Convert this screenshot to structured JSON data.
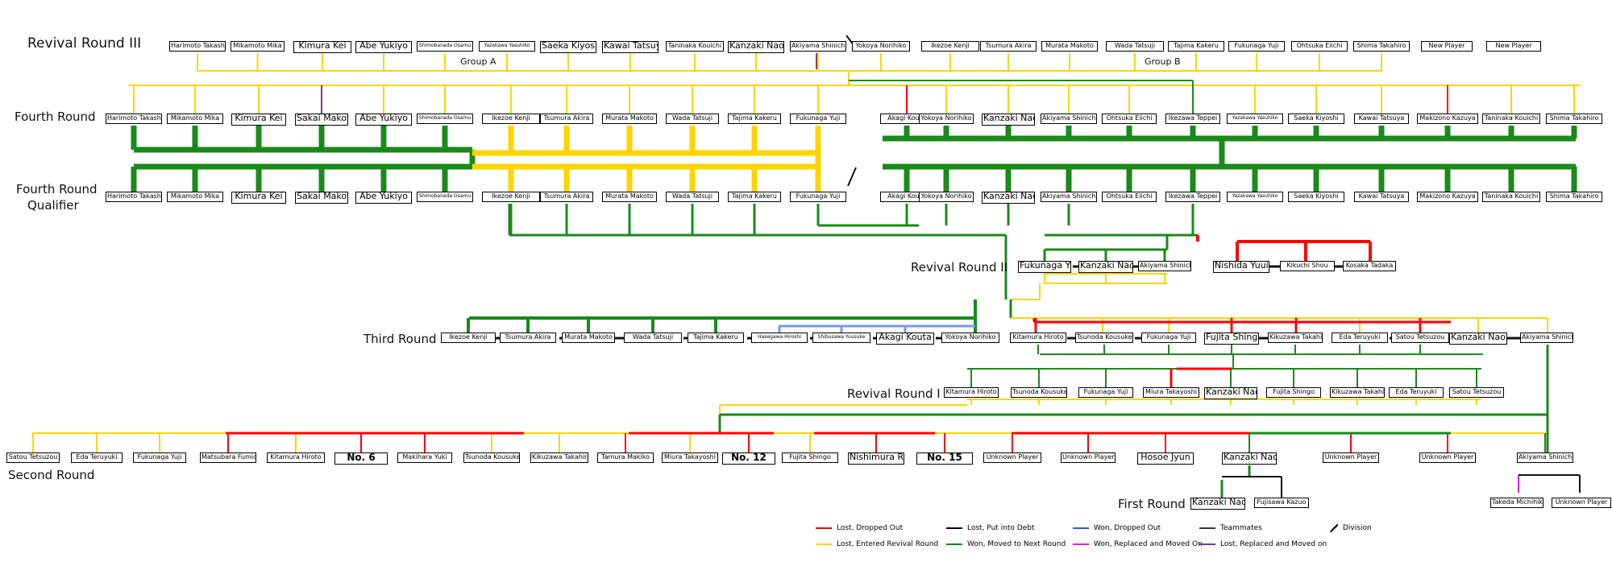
{
  "round_labels": {
    "revival_3": "Revival Round III",
    "fourth": "Fourth Round",
    "fourth_qualifier_line1": "Fourth Round",
    "fourth_qualifier_line2": "Qualifier",
    "revival_2": "Revival Round II",
    "third": "Third Round",
    "revival_1": "Revival Round I",
    "second": "Second Round",
    "first": "First Round"
  },
  "group_labels": {
    "a": "Group A",
    "b": "Group B"
  },
  "rows": {
    "revival_3": [
      "Harimoto Takashi",
      "Mikamoto Mika",
      "Kimura Kei",
      "Abe Yukiyo",
      "Shimobanada Osamu",
      "Yazakawa Yasuhiko",
      "Saeka Kiyoshi",
      "Kawai Tatsuya",
      "Taninaka Kouichi",
      "Kanzaki Nao",
      "Akiyama Shinichi",
      "Yokoya Norihiko",
      "Ikezoe Kenji",
      "Tsumura Akira",
      "Murata Makoto",
      "Wada Tatsuji",
      "Tajima Kakeru",
      "Fukunaga Yuji",
      "Ohtsuka Eiichi",
      "Shima Takahiro",
      "New Player",
      "New Player"
    ],
    "fourth": [
      "Harimoto Takashi",
      "Mikamoto Mika",
      "Kimura Kei",
      "Sakai Makoto",
      "Abe Yukiyo",
      "Shimobanada Osamu",
      "Ikezoe Kenji",
      "Tsumura Akira",
      "Murata Makoto",
      "Wada Tatsuji",
      "Tajima Kakeru",
      "Fukunaga Yuji",
      "Akagi Kouta",
      "Yokoya Norihiko",
      "Kanzaki Nao",
      "Akiyama Shinichi",
      "Ohtsuka Eiichi",
      "Ikezawa Teppei",
      "Yazakawa Yasuhiko",
      "Saeka Kiyoshi",
      "Kawai Tatsuya",
      "Makizono Kazuya",
      "Taninaka Kouichi",
      "Shima Takahiro"
    ],
    "qualifier": [
      "Harimoto Takashi",
      "Mikamoto Mika",
      "Kimura Kei",
      "Sakai Makoto",
      "Abe Yukiyo",
      "Shimobanada Osamu",
      "Ikezoe Kenji",
      "Tsumura Akira",
      "Murata Makoto",
      "Wada Tatsuji",
      "Tajima Kakeru",
      "Fukunaga Yuji",
      "Akagi Kouta",
      "Yokoya Norihiko",
      "Kanzaki Nao",
      "Akiyama Shinichi",
      "Ohtsuka Eiichi",
      "Ikezawa Teppei",
      "Yazakawa Yasuhiko",
      "Saeka Kiyoshi",
      "Kawai Tatsuya",
      "Makizono Kazuya",
      "Taninaka Kouichi",
      "Shima Takahiro"
    ],
    "revival_2": [
      "Fukunaga Yuji",
      "Kanzaki Nao",
      "Akiyama Shinichi",
      "Nishida Yuuichi",
      "Kikuchi Shou",
      "Kosaka Tadaka"
    ],
    "third": [
      "Ikezoe Kenji",
      "Tsumura Akira",
      "Murata Makoto",
      "Wada Tatsuji",
      "Tajima Kakeru",
      "Hasegawa Hiroshi",
      "Shibusawa Yuusuke",
      "Akagi Kouta",
      "Yokoya Norihiko",
      "Kitamura Hiroto",
      "Tsunoda Kousuke",
      "Fukunaga Yuji",
      "Fujita Shingo",
      "Kikuzawa Takahiro",
      "Eda Teruyuki",
      "Satou Tetsuzou",
      "Kanzaki Nao",
      "Akiyama Shinichi"
    ],
    "revival_1": [
      "Kitamura Hiroto",
      "Tsunoda Kousuke",
      "Fukunaga Yuji",
      "Miura Takayoshi",
      "Kanzaki Nao",
      "Fujita Shingo",
      "Kikuzawa Takahiro",
      "Eda Teruyuki",
      "Satou Tetsuzou"
    ],
    "second": [
      "Satou Tetsuzou",
      "Eda Teruyuki",
      "Fukunaga Yuji",
      "Matsubara Fumio",
      "Kitamura Hiroto",
      "No. 6",
      "Makihara Yuki",
      "Tsunoda Kousuke",
      "Kikuzawa Takahiro",
      "Tamura Makiko",
      "Miura Takayoshi",
      "No. 12",
      "Fujita Shingo",
      "Nishimura Reina",
      "No. 15",
      "Unknown Player",
      "Unknown Player",
      "Hosoe Jyun",
      "Kanzaki Nao",
      "Unknown Player",
      "Unknown Player",
      "Akiyama Shinichi"
    ],
    "first": [
      "Kanzaki Nao",
      "Fujisawa Kazuo",
      "Takeda Michihiko",
      "Unknown Player"
    ]
  },
  "legend": [
    {
      "label": "Lost, Dropped Out",
      "color": "#ff0000"
    },
    {
      "label": "Lost, Entered Revival Round",
      "color": "#ffd400"
    },
    {
      "label": "Lost, Put into Debt",
      "color": "#000000"
    },
    {
      "label": "Won, Moved to Next Round",
      "color": "#1a8a1a"
    },
    {
      "label": "Won, Dropped Out",
      "color": "#3355dd"
    },
    {
      "label": "Won, Replaced and Moved On",
      "color": "#e020e0"
    },
    {
      "label": "Teammates",
      "color": "#333333"
    },
    {
      "label": "Lost, Replaced and Moved on",
      "color": "#7a3a8a"
    },
    {
      "label": "Division",
      "color": "#000000"
    }
  ]
}
